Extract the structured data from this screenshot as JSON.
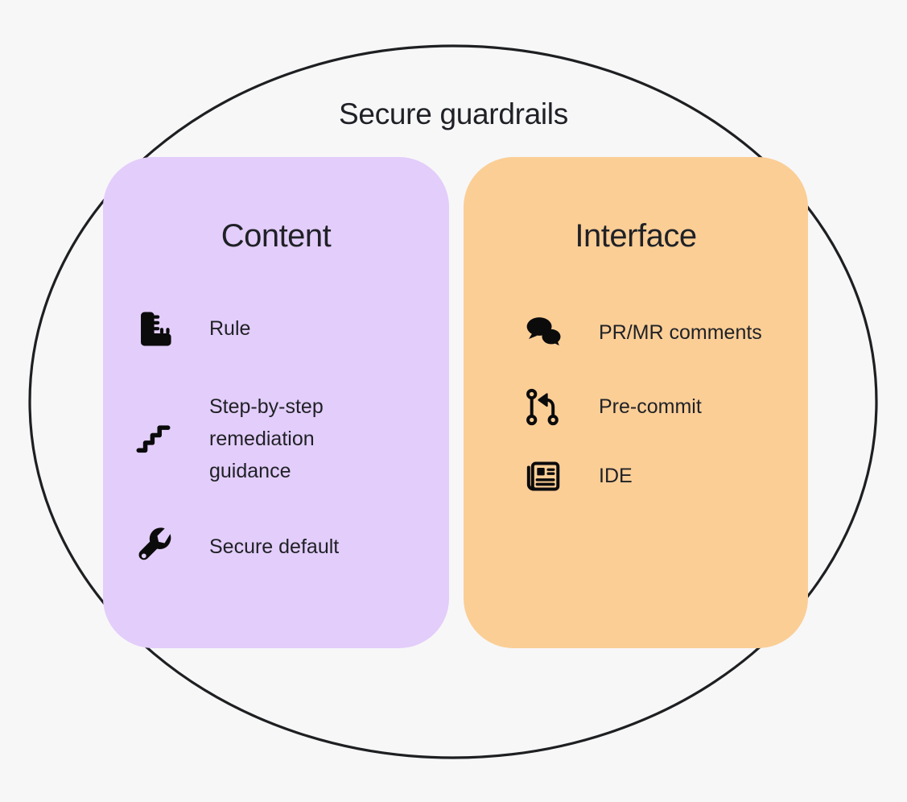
{
  "title": "Secure guardrails",
  "colors": {
    "background": "#f7f7f8",
    "ellipse_stroke": "#1d1f21",
    "content_card": "#e3cdfa",
    "interface_card": "#fbce96",
    "text": "#1f2126",
    "icon": "#0b0b0c"
  },
  "groups": [
    {
      "name": "Content",
      "items": [
        {
          "icon": "ruler-icon",
          "label": "Rule"
        },
        {
          "icon": "stairs-icon",
          "label": "Step-by-step remediation guidance"
        },
        {
          "icon": "wrench-icon",
          "label": "Secure default"
        }
      ]
    },
    {
      "name": "Interface",
      "items": [
        {
          "icon": "comments-icon",
          "label": "PR/MR comments"
        },
        {
          "icon": "git-pull-request-icon",
          "label": "Pre-commit"
        },
        {
          "icon": "newspaper-icon",
          "label": "IDE"
        }
      ]
    }
  ]
}
